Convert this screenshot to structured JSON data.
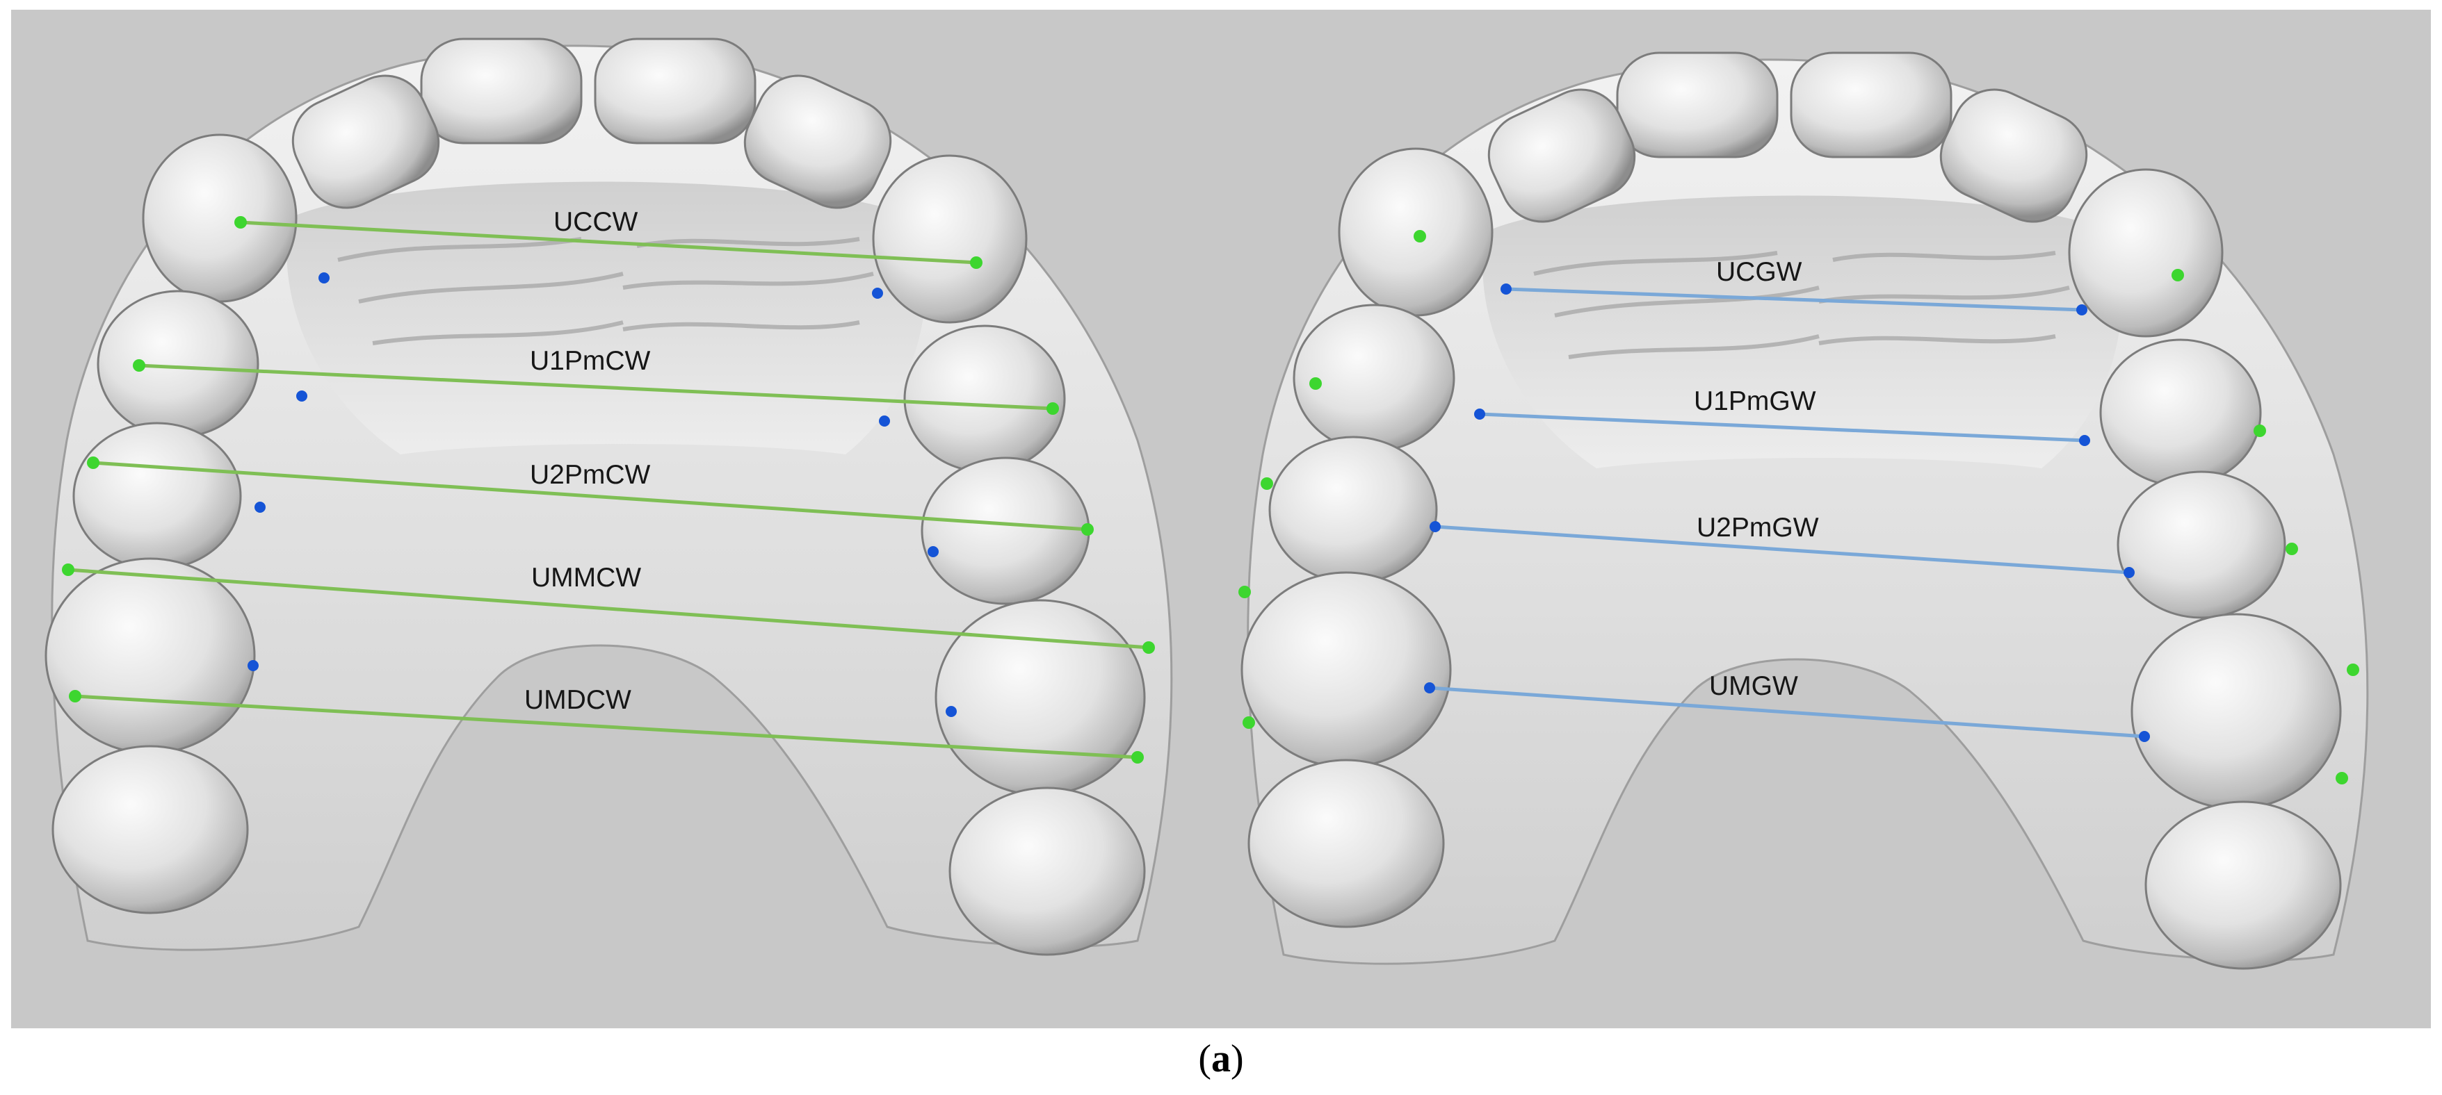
{
  "colors": {
    "background": "#c8c8c8",
    "cusp_point": "#3dd62f",
    "gingival_point": "#1554d6",
    "cusp_line": "#7fbf55",
    "gingival_line": "#7aa8d8"
  },
  "left_panel": {
    "measurements": [
      "UCCW",
      "U1PmCW",
      "U2PmCW",
      "UMMCW",
      "UMDCW"
    ]
  },
  "right_panel": {
    "measurements": [
      "UCGW",
      "U1PmGW",
      "U2PmGW",
      "UMGW"
    ]
  },
  "caption": {
    "open": "(",
    "letter": "a",
    "close": ")"
  }
}
